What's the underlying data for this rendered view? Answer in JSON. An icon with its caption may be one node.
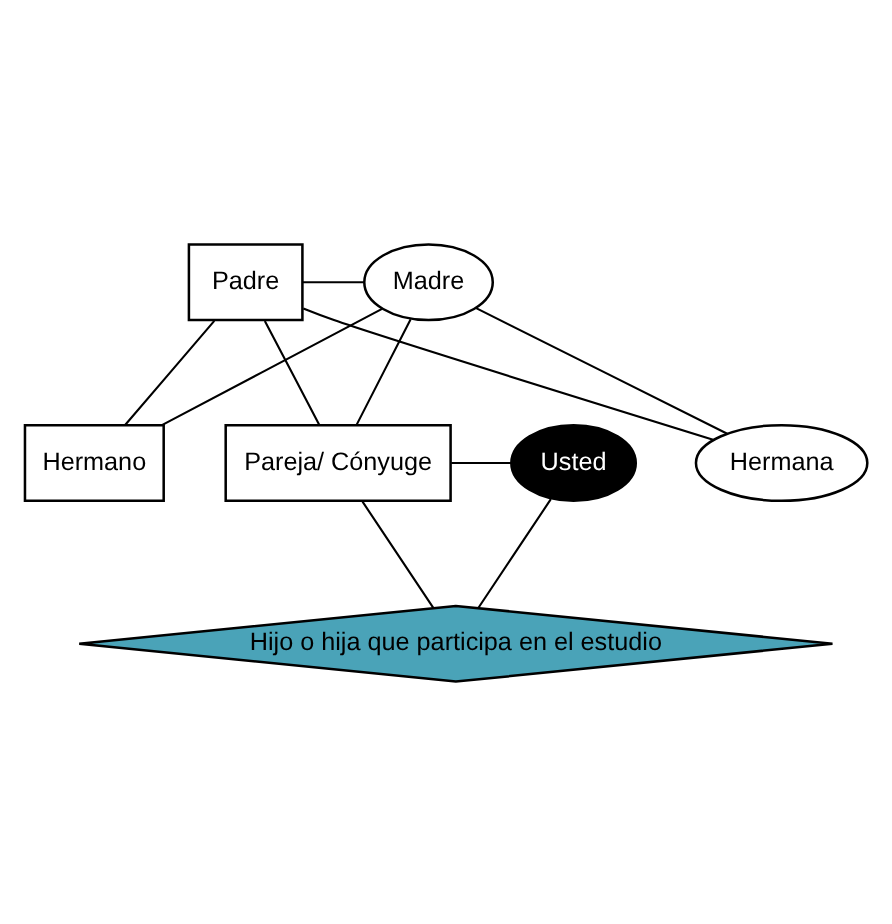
{
  "diagram": {
    "nodes": [
      {
        "text": [
          "Padre"
        ]
      },
      {
        "text": [
          "Madre"
        ]
      },
      {
        "text": [
          "Hermano"
        ]
      },
      {
        "text": [
          "Pareja/ Cónyuge"
        ]
      },
      {
        "text": [
          "Usted"
        ]
      },
      {
        "text": [
          "Hermana"
        ]
      },
      {
        "text": [
          "Hijo o hija que participa en el estudio"
        ]
      }
    ],
    "edges": [
      {
        "from": 0,
        "to": 1,
        "arrow": "none"
      },
      {
        "from": 0,
        "to": 2,
        "arrow": "none"
      },
      {
        "from": 1,
        "to": 2,
        "arrow": "none"
      },
      {
        "from": 0,
        "to": 3,
        "arrow": "none"
      },
      {
        "from": 1,
        "to": 3,
        "arrow": "none"
      },
      {
        "from": 0,
        "to": 5,
        "arrow": "none"
      },
      {
        "from": 1,
        "to": 5,
        "arrow": "none"
      },
      {
        "from": 3,
        "to": 4,
        "arrow": "none"
      },
      {
        "from": 3,
        "to": 6,
        "arrow": "none"
      },
      {
        "from": 4,
        "to": 6,
        "arrow": "none"
      }
    ]
  }
}
